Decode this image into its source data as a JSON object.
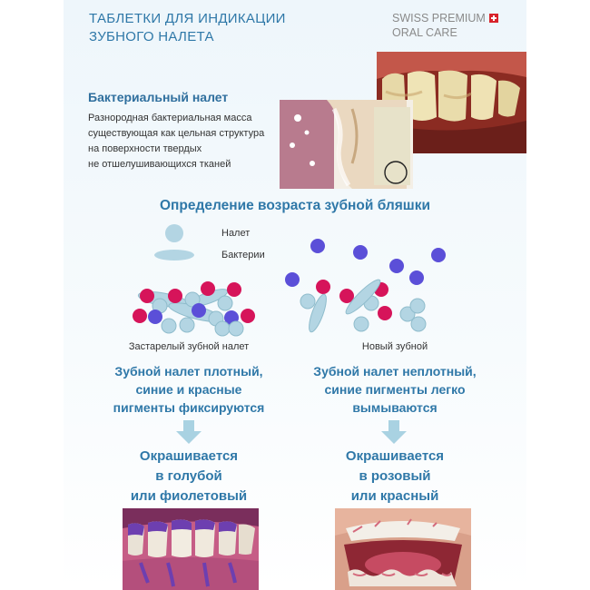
{
  "header": {
    "title_line1": "ТАБЛЕТКИ ДЛЯ ИНДИКАЦИИ",
    "title_line2": "ЗУБНОГО НАЛЕТА",
    "brand_line1": "SWISS PREMIUM",
    "brand_line2": "ORAL CARE"
  },
  "section": {
    "title": "Бактериальный налет",
    "desc_lines": [
      "Разнородная бактериальная масса",
      "существующая как цельная структура",
      "на поверхности твердых",
      "не отшелушивающихся тканей"
    ]
  },
  "diagram": {
    "heading": "Определение возраста зубной бляшки",
    "legend": {
      "plaque": "Налет",
      "bacteria": "Бактерии"
    },
    "left": {
      "caption": "Застарелый зубной налет",
      "desc": [
        "Зубной налет плотный,",
        "синие и красные",
        "пигменты фиксируются"
      ],
      "result": [
        "Окрашивается",
        "в голубой",
        "или фиолетовый"
      ]
    },
    "right": {
      "caption": "Новый зубной",
      "desc": [
        "Зубной налет неплотный,",
        "синие пигменты легко",
        "вымываются"
      ],
      "result": [
        "Окрашивается",
        "в розовый",
        "или красный"
      ]
    }
  },
  "colors": {
    "accent": "#2f78a8",
    "plaque_cell": "#b3d5e3",
    "blue_pigment": "#5b4fd8",
    "red_pigment": "#d6145a",
    "arrow": "#a9d2e2"
  }
}
